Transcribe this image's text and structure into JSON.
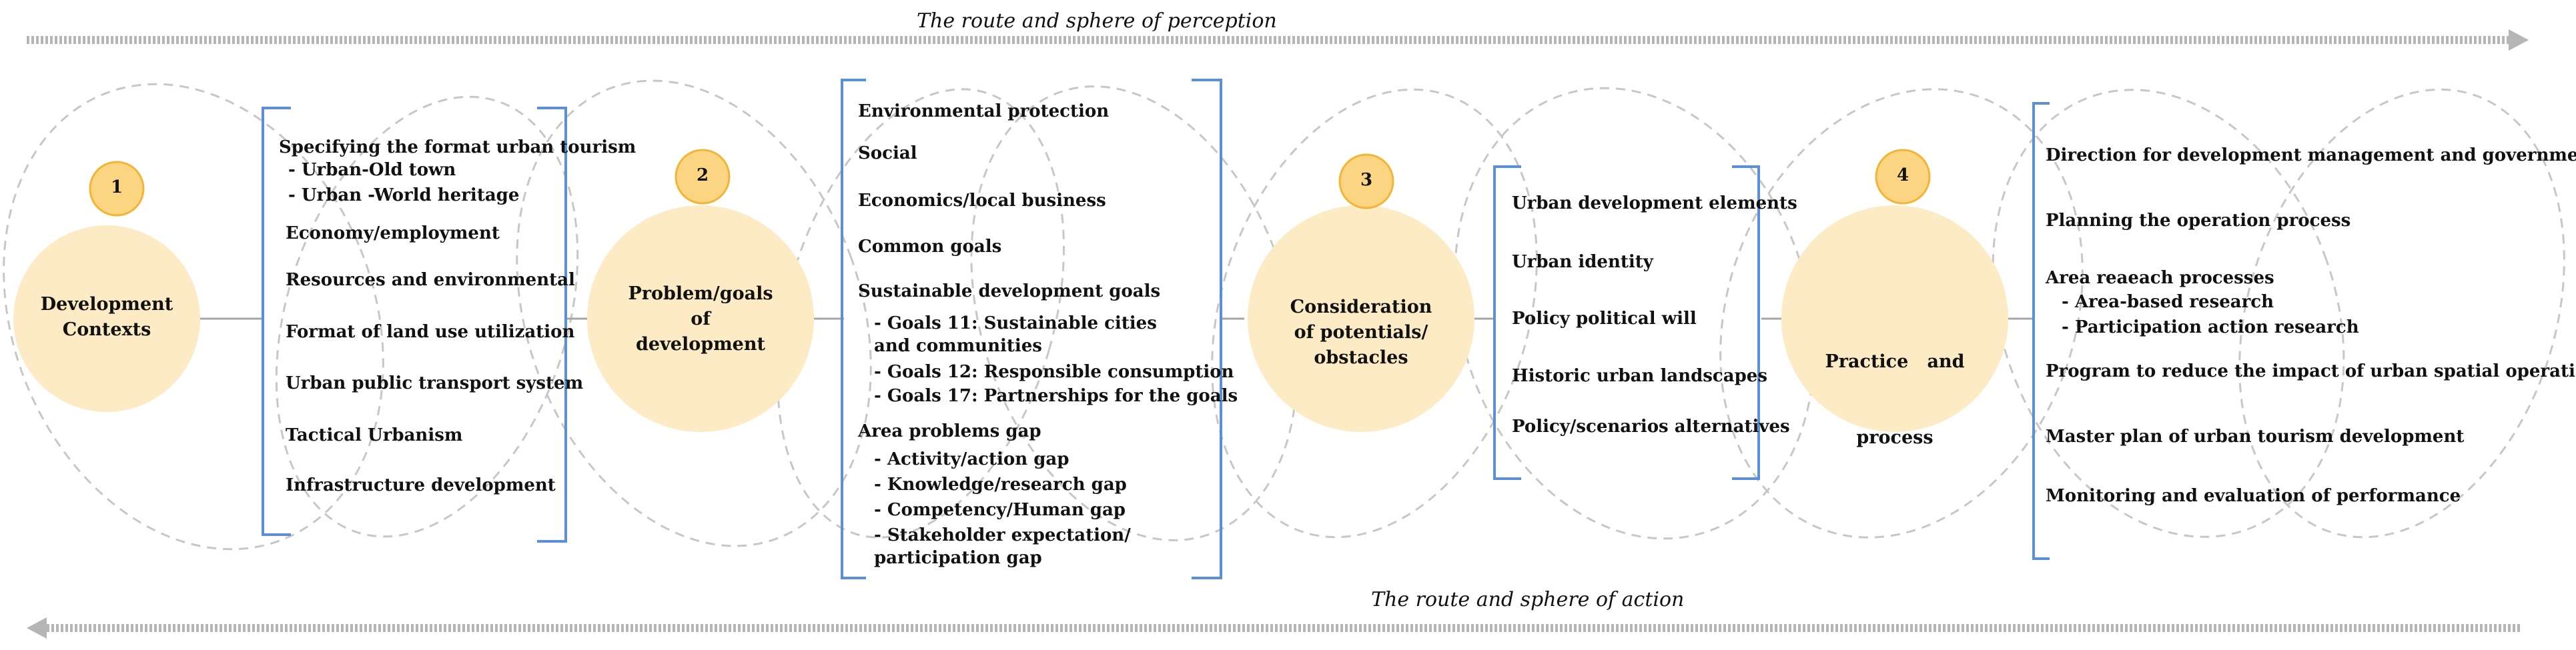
{
  "route_top": "The route and sphere of perception",
  "route_bottom": "The route and sphere of action",
  "stages": [
    {
      "number": "1",
      "title_lines": [
        "Development",
        "Contexts"
      ],
      "items": [
        "Specifying the format urban tourism",
        "Economy/employment",
        "Resources and environmental",
        "Format of land use utilization",
        "Urban public transport system",
        "Tactical Urbanism",
        "Infrastructure development"
      ],
      "subitems": [
        "- Urban-Old town",
        "- Urban -World heritage"
      ]
    },
    {
      "number": "2",
      "title_lines": [
        "Problem/goals",
        "of",
        "development"
      ],
      "items": [
        "Environmental protection",
        "Social",
        "Economics/local business",
        "Common goals",
        "Sustainable development goals",
        "Area problems gap"
      ],
      "sdg_subitems": [
        "- Goals 11: Sustainable cities and communities",
        "- Goals 12: Responsible consumption",
        "- Goals 17: Partnerships for the goals"
      ],
      "gap_subitems": [
        "- Activity/action gap",
        "- Knowledge/research gap",
        "- Competency/Human gap",
        "- Stakeholder expectation/ participation gap"
      ]
    },
    {
      "number": "3",
      "title_lines": [
        "Consideration",
        "of potentials/",
        "obstacles"
      ],
      "items": [
        "Urban development elements",
        "Urban identity",
        "Policy political will",
        "Historic urban landscapes",
        "Policy/scenarios alternatives"
      ]
    },
    {
      "number": "4",
      "title_lines": [
        "Practice   and",
        "process"
      ],
      "items": [
        "Direction for development management and government policy",
        "Planning the operation process",
        "Area reaeach processes",
        "Program to reduce the impact of urban spatial operations",
        "Master plan of urban tourism development",
        "Monitoring and evaluation of performance"
      ],
      "subitems": [
        "- Area-based research",
        "- Participation action research"
      ]
    }
  ],
  "colors": {
    "circle_fill": "#fcebc4",
    "badge_fill": "#fbd582",
    "badge_stroke": "#f3b537",
    "bracket": "#5b8fd6",
    "dash_ellipse": "#c7c7c7",
    "arrow": "#b5b5b5",
    "connector": "#a6a6a6"
  }
}
